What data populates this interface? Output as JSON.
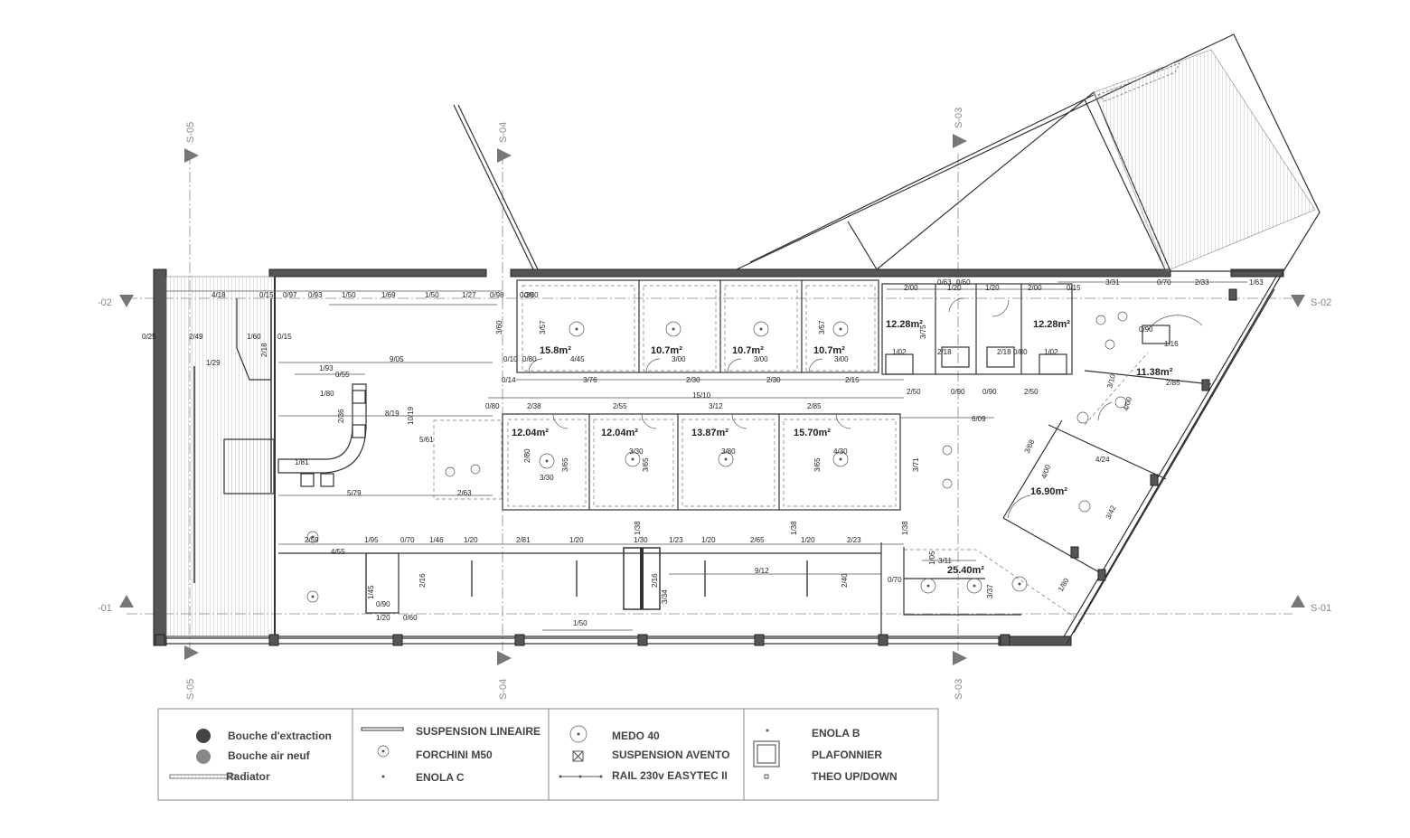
{
  "section_markers": {
    "s05": "S-05",
    "s04": "S-04",
    "s03": "S-03",
    "s02": "S-02",
    "s01": "S-01"
  },
  "axes": {
    "left_top": "-02",
    "left_bottom": "-01"
  },
  "areas": {
    "a1": "15.8m²",
    "a2": "10.7m²",
    "a3": "10.7m²",
    "a4": "10.7m²",
    "a5": "12.28m²",
    "a6": "12.28m²",
    "a7": "12.04m²",
    "a8": "12.04m²",
    "a9": "13.87m²",
    "a10": "15.70m²",
    "a11": "11.38m²",
    "a12": "16.90m²",
    "a13": "25.40m²"
  },
  "dimensions": {
    "d1": "4/18",
    "d2": "0/15",
    "d3": "0/97",
    "d4": "0/93",
    "d5": "1/50",
    "d6": "1/69",
    "d7": "1/50",
    "d8": "1/27",
    "d9": "0/98",
    "d10": "0/30",
    "d11": "0/25",
    "d12": "2/49",
    "d13": "1/60",
    "d14": "0/15",
    "d15": "1/29",
    "d16": "2/18",
    "d17": "9/05",
    "d18": "1/93",
    "d19": "0/55",
    "d20": "1/80",
    "d21": "8/19",
    "d22": "2/36",
    "d23": "10/19",
    "d24": "5/61",
    "d25": "1/81",
    "d26": "5/79",
    "d27": "2/63",
    "d28": "2/59",
    "d29": "4/55",
    "d30": "1/95",
    "d31": "0/70",
    "d32": "1/46",
    "d33": "1/20",
    "d34": "2/81",
    "d35": "1/20",
    "d36": "1/30",
    "d37": "1/23",
    "d38": "1/20",
    "d39": "2/65",
    "d40": "1/20",
    "d41": "2/23",
    "d42": "9/12",
    "d43": "2/16",
    "d44": "2/16",
    "d45": "3/34",
    "d46": "2/40",
    "d47": "1/50",
    "d48": "0/90",
    "d49": "1/20",
    "d50": "0/60",
    "d51": "1/45",
    "d52": "4/45",
    "d53": "3/00",
    "d54": "3/00",
    "d55": "3/00",
    "d56": "3/76",
    "d57": "2/30",
    "d58": "2/30",
    "d59": "2/15",
    "d60": "15/10",
    "d61": "2/38",
    "d62": "2/55",
    "d63": "3/12",
    "d64": "2/85",
    "d65": "6/09",
    "d66": "2/00",
    "d67": "1/20",
    "d68": "1/20",
    "d69": "2/00",
    "d70": "0/15",
    "d71": "3/31",
    "d72": "0/70",
    "d73": "2/33",
    "d74": "1/63",
    "d75": "2/50",
    "d76": "2/50",
    "d77": "3/10",
    "d78": "4/00",
    "d79": "3/68",
    "d80": "4/00",
    "d81": "4/24",
    "d82": "3/42",
    "d83": "3/11",
    "d84": "3/37",
    "d85": "1/05",
    "d86": "1/80",
    "d87": "3/60",
    "d88": "3/57",
    "d89": "3/57",
    "d90": "3/75",
    "d91": "3/30",
    "d92": "3/80",
    "d93": "4/30",
    "d94": "3/30",
    "d95": "3/65",
    "d96": "3/65",
    "d97": "3/65",
    "d98": "3/71",
    "d99": "2/80",
    "d100": "1/38",
    "d101": "1/38",
    "d102": "1/38",
    "d103": "0/90",
    "d104": "0/90",
    "d105": "0/70",
    "d106": "1/02",
    "d107": "2/18",
    "d108": "2/18",
    "d109": "1/02",
    "d110": "0/80",
    "d111": "0/80",
    "d112": "0/10",
    "d113": "0/14",
    "d114": "0/80",
    "d115": "0/60",
    "d116": "0/63",
    "d117": "2/85",
    "d118": "1/16",
    "d119": "0/90",
    "d120": "0/80"
  },
  "legend": {
    "col1": [
      "Bouche d'extraction",
      "Bouche air neuf",
      "Radiator"
    ],
    "col2": [
      "SUSPENSION LINEAIRE",
      "FORCHINI M50",
      "ENOLA C"
    ],
    "col3": [
      "MEDO 40",
      "SUSPENSION AVENTO",
      "RAIL 230v EASYTEC II"
    ],
    "col4": [
      "ENOLA B",
      "PLAFONNIER",
      "THEO UP/DOWN"
    ]
  },
  "colors": {
    "wall": "#555555",
    "line": "#333333",
    "axis": "#888888"
  },
  "icons": [
    "extraction-vent-icon",
    "fresh-air-vent-icon",
    "radiator-icon",
    "linear-suspension-icon",
    "forchini-icon",
    "enola-c-icon",
    "medo-icon",
    "avento-icon",
    "rail-icon",
    "enola-b-icon",
    "plafonnier-icon",
    "theo-icon"
  ]
}
